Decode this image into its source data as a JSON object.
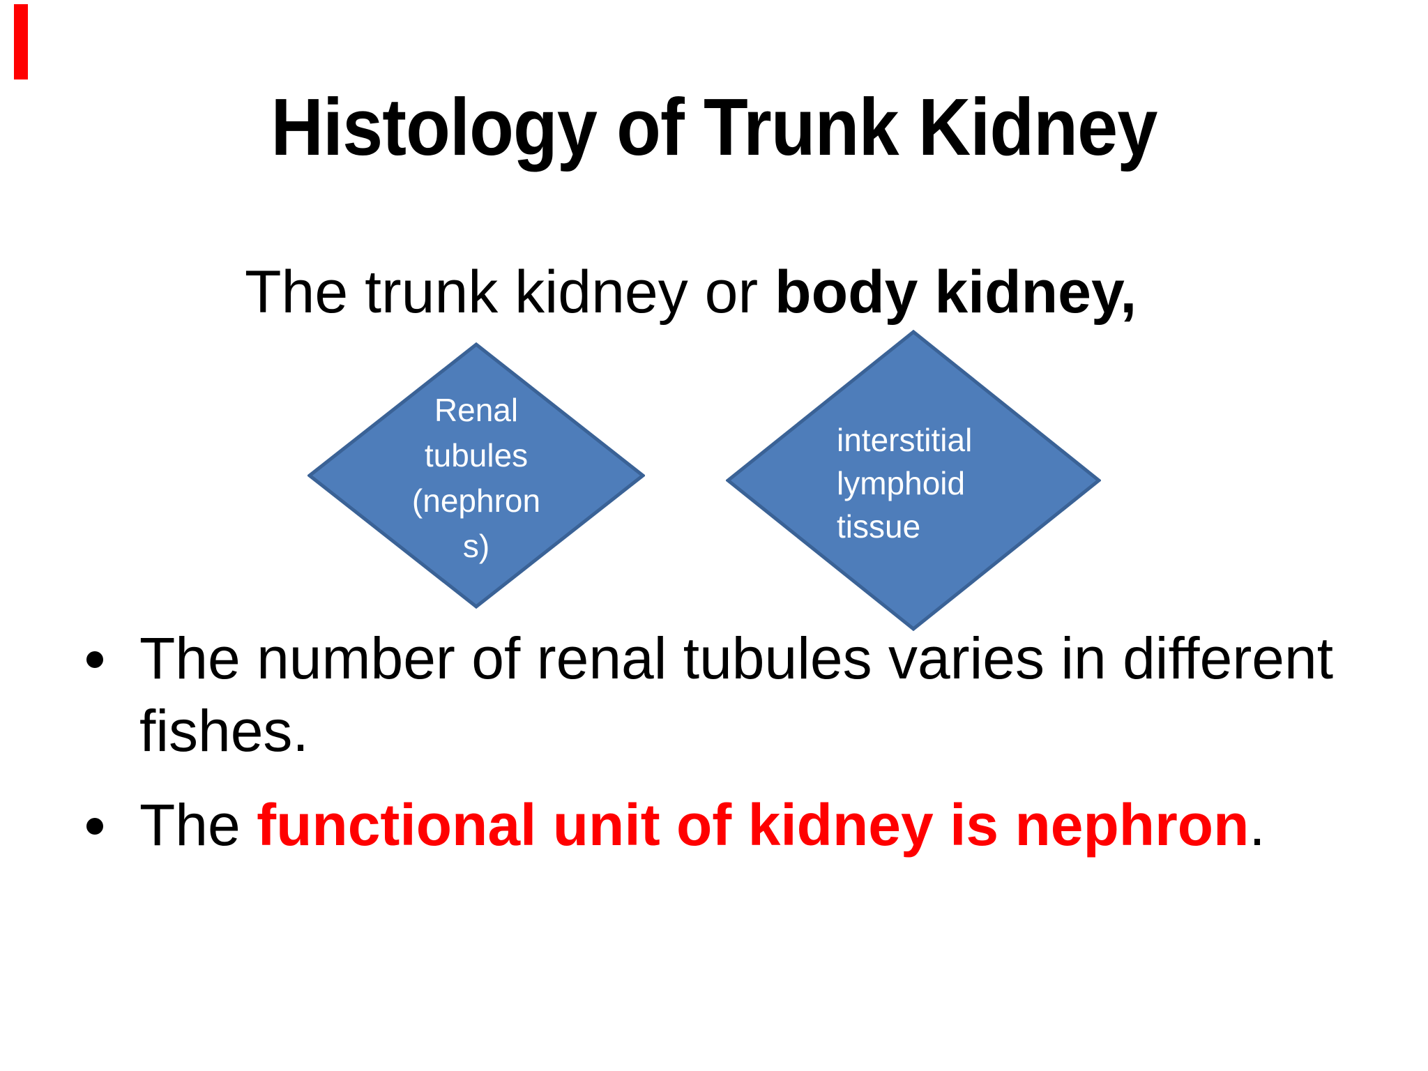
{
  "slide": {
    "title": "Histology of Trunk Kidney",
    "subtitle": {
      "prefix": "The trunk kidney or ",
      "bold": "body kidney,"
    },
    "diamonds": [
      {
        "name": "renal-tubules",
        "lines": [
          "Renal",
          "tubules",
          "(nephron",
          "s)"
        ]
      },
      {
        "name": "interstitial-lymphoid-tissue",
        "lines": [
          "interstitial",
          "lymphoid",
          "tissue"
        ]
      }
    ],
    "bullets": [
      {
        "text": "The number of renal tubules varies in different fishes."
      },
      {
        "prefix": "The ",
        "red": "functional unit of kidney is nephron",
        "suffix": "."
      }
    ],
    "colors": {
      "diamond_fill": "#4E7DBA",
      "diamond_border": "#3A6296",
      "emphasis_red": "#FF0000",
      "marker_red": "#FF0000",
      "text_black": "#000000"
    }
  }
}
